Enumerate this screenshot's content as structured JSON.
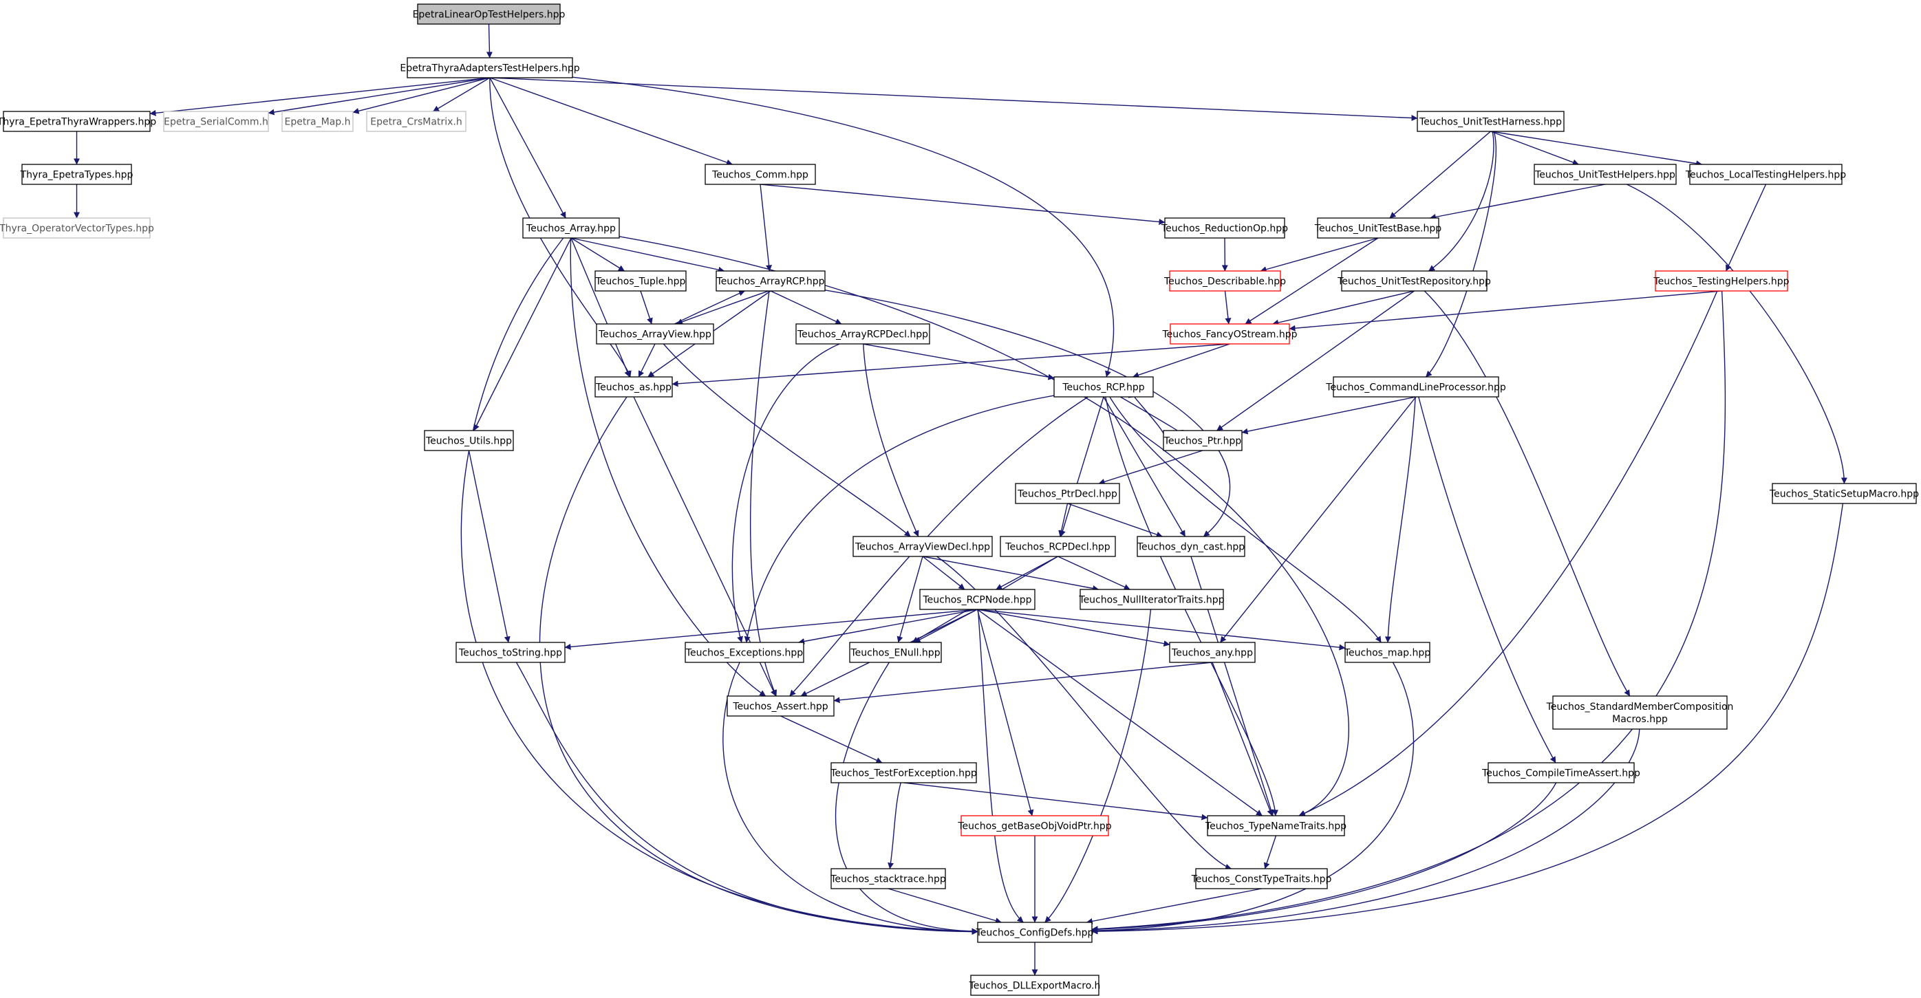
{
  "diagram": {
    "colors": {
      "edge": "#191970",
      "node_border": "#000000",
      "node_border_gray": "#bfbfbf",
      "node_border_red": "#ff0000",
      "root_fill": "#bfbfbf",
      "text": "#000000",
      "text_gray": "#555555"
    },
    "nodes": [
      {
        "id": "n0",
        "label": "EpetraLinearOpTestHelpers.hpp",
        "style": "root"
      },
      {
        "id": "n1",
        "label": "EpetraThyraAdaptersTestHelpers.hpp",
        "style": "normal"
      },
      {
        "id": "n2",
        "label": "Thyra_EpetraThyraWrappers.hpp",
        "style": "normal"
      },
      {
        "id": "n3",
        "label": "Epetra_SerialComm.h",
        "style": "gray"
      },
      {
        "id": "n4",
        "label": "Epetra_Map.h",
        "style": "gray"
      },
      {
        "id": "n5",
        "label": "Epetra_CrsMatrix.h",
        "style": "gray"
      },
      {
        "id": "n6",
        "label": "Teuchos_UnitTestHarness.hpp",
        "style": "normal"
      },
      {
        "id": "n7",
        "label": "Thyra_EpetraTypes.hpp",
        "style": "normal"
      },
      {
        "id": "n8",
        "label": "Thyra_OperatorVectorTypes.hpp",
        "style": "gray"
      },
      {
        "id": "n9",
        "label": "Teuchos_Comm.hpp",
        "style": "normal"
      },
      {
        "id": "n10",
        "label": "Teuchos_UnitTestHelpers.hpp",
        "style": "normal"
      },
      {
        "id": "n11",
        "label": "Teuchos_LocalTestingHelpers.hpp",
        "style": "normal"
      },
      {
        "id": "n12",
        "label": "Teuchos_Array.hpp",
        "style": "normal"
      },
      {
        "id": "n13",
        "label": "Teuchos_ReductionOp.hpp",
        "style": "normal"
      },
      {
        "id": "n14",
        "label": "Teuchos_UnitTestBase.hpp",
        "style": "normal"
      },
      {
        "id": "n15",
        "label": "Teuchos_Tuple.hpp",
        "style": "normal"
      },
      {
        "id": "n16",
        "label": "Teuchos_ArrayRCP.hpp",
        "style": "normal"
      },
      {
        "id": "n17",
        "label": "Teuchos_Describable.hpp",
        "style": "red"
      },
      {
        "id": "n18",
        "label": "Teuchos_UnitTestRepository.hpp",
        "style": "normal"
      },
      {
        "id": "n19",
        "label": "Teuchos_TestingHelpers.hpp",
        "style": "red"
      },
      {
        "id": "n20",
        "label": "Teuchos_ArrayView.hpp",
        "style": "normal"
      },
      {
        "id": "n21",
        "label": "Teuchos_ArrayRCPDecl.hpp",
        "style": "normal"
      },
      {
        "id": "n22",
        "label": "Teuchos_FancyOStream.hpp",
        "style": "red"
      },
      {
        "id": "n23",
        "label": "Teuchos_as.hpp",
        "style": "normal"
      },
      {
        "id": "n24",
        "label": "Teuchos_RCP.hpp",
        "style": "normal"
      },
      {
        "id": "n25",
        "label": "Teuchos_CommandLineProcessor.hpp",
        "style": "normal"
      },
      {
        "id": "n26",
        "label": "Teuchos_Utils.hpp",
        "style": "normal"
      },
      {
        "id": "n27",
        "label": "Teuchos_Ptr.hpp",
        "style": "normal"
      },
      {
        "id": "n28",
        "label": "Teuchos_PtrDecl.hpp",
        "style": "normal"
      },
      {
        "id": "n29",
        "label": "Teuchos_StaticSetupMacro.hpp",
        "style": "normal"
      },
      {
        "id": "n30",
        "label": "Teuchos_ArrayViewDecl.hpp",
        "style": "normal"
      },
      {
        "id": "n31",
        "label": "Teuchos_RCPDecl.hpp",
        "style": "normal"
      },
      {
        "id": "n32",
        "label": "Teuchos_dyn_cast.hpp",
        "style": "normal"
      },
      {
        "id": "n33",
        "label": "Teuchos_RCPNode.hpp",
        "style": "normal"
      },
      {
        "id": "n34",
        "label": "Teuchos_NullIteratorTraits.hpp",
        "style": "normal"
      },
      {
        "id": "n35",
        "label": "Teuchos_toString.hpp",
        "style": "normal"
      },
      {
        "id": "n36",
        "label": "Teuchos_Exceptions.hpp",
        "style": "normal"
      },
      {
        "id": "n37",
        "label": "Teuchos_ENull.hpp",
        "style": "normal"
      },
      {
        "id": "n38",
        "label": "Teuchos_any.hpp",
        "style": "normal"
      },
      {
        "id": "n39",
        "label": "Teuchos_map.hpp",
        "style": "normal"
      },
      {
        "id": "n40",
        "label": "Teuchos_Assert.hpp",
        "style": "normal"
      },
      {
        "id": "n41",
        "label": "Teuchos_StandardMemberComposition\nMacros.hpp",
        "style": "normal"
      },
      {
        "id": "n42",
        "label": "Teuchos_TestForException.hpp",
        "style": "normal"
      },
      {
        "id": "n43",
        "label": "Teuchos_CompileTimeAssert.hpp",
        "style": "normal"
      },
      {
        "id": "n44",
        "label": "Teuchos_getBaseObjVoidPtr.hpp",
        "style": "red"
      },
      {
        "id": "n45",
        "label": "Teuchos_TypeNameTraits.hpp",
        "style": "normal"
      },
      {
        "id": "n46",
        "label": "Teuchos_stacktrace.hpp",
        "style": "normal"
      },
      {
        "id": "n47",
        "label": "Teuchos_ConstTypeTraits.hpp",
        "style": "normal"
      },
      {
        "id": "n48",
        "label": "Teuchos_ConfigDefs.hpp",
        "style": "normal"
      },
      {
        "id": "n49",
        "label": "Teuchos_DLLExportMacro.h",
        "style": "normal"
      }
    ],
    "edges": [
      [
        "n0",
        "n1"
      ],
      [
        "n1",
        "n2"
      ],
      [
        "n1",
        "n3"
      ],
      [
        "n1",
        "n4"
      ],
      [
        "n1",
        "n5"
      ],
      [
        "n1",
        "n6"
      ],
      [
        "n1",
        "n9"
      ],
      [
        "n1",
        "n12"
      ],
      [
        "n1",
        "n23"
      ],
      [
        "n1",
        "n24"
      ],
      [
        "n2",
        "n7"
      ],
      [
        "n7",
        "n8"
      ],
      [
        "n6",
        "n10"
      ],
      [
        "n6",
        "n11"
      ],
      [
        "n6",
        "n14"
      ],
      [
        "n6",
        "n18"
      ],
      [
        "n6",
        "n25"
      ],
      [
        "n9",
        "n16"
      ],
      [
        "n9",
        "n13"
      ],
      [
        "n10",
        "n14"
      ],
      [
        "n10",
        "n29"
      ],
      [
        "n11",
        "n19"
      ],
      [
        "n12",
        "n15"
      ],
      [
        "n12",
        "n16"
      ],
      [
        "n12",
        "n23"
      ],
      [
        "n12",
        "n26"
      ],
      [
        "n12",
        "n40"
      ],
      [
        "n12",
        "n48"
      ],
      [
        "n12",
        "n45"
      ],
      [
        "n13",
        "n17"
      ],
      [
        "n14",
        "n17"
      ],
      [
        "n14",
        "n22"
      ],
      [
        "n15",
        "n20"
      ],
      [
        "n16",
        "n20"
      ],
      [
        "n16",
        "n21"
      ],
      [
        "n16",
        "n23"
      ],
      [
        "n16",
        "n40"
      ],
      [
        "n16",
        "n32"
      ],
      [
        "n17",
        "n22"
      ],
      [
        "n18",
        "n22"
      ],
      [
        "n18",
        "n27"
      ],
      [
        "n18",
        "n41"
      ],
      [
        "n19",
        "n22"
      ],
      [
        "n19",
        "n45"
      ],
      [
        "n19",
        "n48"
      ],
      [
        "n20",
        "n16"
      ],
      [
        "n20",
        "n23"
      ],
      [
        "n20",
        "n30"
      ],
      [
        "n21",
        "n24"
      ],
      [
        "n21",
        "n30"
      ],
      [
        "n21",
        "n36"
      ],
      [
        "n22",
        "n24"
      ],
      [
        "n22",
        "n23"
      ],
      [
        "n23",
        "n40"
      ],
      [
        "n23",
        "n48"
      ],
      [
        "n24",
        "n27"
      ],
      [
        "n24",
        "n31"
      ],
      [
        "n24",
        "n32"
      ],
      [
        "n24",
        "n36"
      ],
      [
        "n24",
        "n40"
      ],
      [
        "n24",
        "n45"
      ],
      [
        "n24",
        "n39"
      ],
      [
        "n25",
        "n27"
      ],
      [
        "n25",
        "n38"
      ],
      [
        "n25",
        "n39"
      ],
      [
        "n25",
        "n43"
      ],
      [
        "n26",
        "n35"
      ],
      [
        "n27",
        "n24"
      ],
      [
        "n27",
        "n28"
      ],
      [
        "n28",
        "n31"
      ],
      [
        "n28",
        "n32"
      ],
      [
        "n29",
        "n48"
      ],
      [
        "n30",
        "n33"
      ],
      [
        "n30",
        "n34"
      ],
      [
        "n30",
        "n37"
      ],
      [
        "n30",
        "n47"
      ],
      [
        "n31",
        "n33"
      ],
      [
        "n31",
        "n34"
      ],
      [
        "n31",
        "n37"
      ],
      [
        "n32",
        "n45"
      ],
      [
        "n33",
        "n35"
      ],
      [
        "n33",
        "n36"
      ],
      [
        "n33",
        "n37"
      ],
      [
        "n33",
        "n38"
      ],
      [
        "n33",
        "n39"
      ],
      [
        "n33",
        "n40"
      ],
      [
        "n33",
        "n44"
      ],
      [
        "n33",
        "n45"
      ],
      [
        "n33",
        "n48"
      ],
      [
        "n34",
        "n48"
      ],
      [
        "n35",
        "n48"
      ],
      [
        "n36",
        "n48"
      ],
      [
        "n37",
        "n48"
      ],
      [
        "n38",
        "n40"
      ],
      [
        "n38",
        "n45"
      ],
      [
        "n39",
        "n48"
      ],
      [
        "n40",
        "n42"
      ],
      [
        "n41",
        "n48"
      ],
      [
        "n42",
        "n45"
      ],
      [
        "n42",
        "n46"
      ],
      [
        "n43",
        "n48"
      ],
      [
        "n44",
        "n48"
      ],
      [
        "n45",
        "n47"
      ],
      [
        "n46",
        "n48"
      ],
      [
        "n47",
        "n48"
      ],
      [
        "n48",
        "n49"
      ]
    ]
  }
}
